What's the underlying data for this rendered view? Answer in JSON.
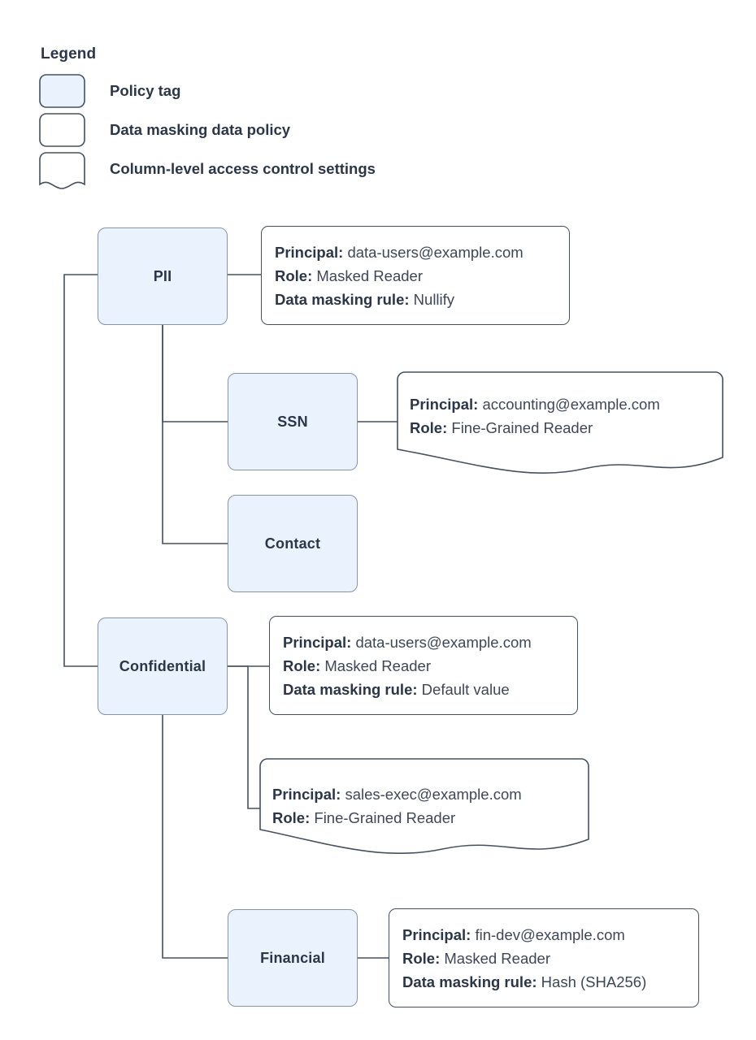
{
  "legend": {
    "title": "Legend",
    "items": [
      {
        "swatch": "policy-tag-swatch",
        "label": "Policy tag"
      },
      {
        "swatch": "data-policy-swatch",
        "label": "Data masking data policy"
      },
      {
        "swatch": "access-control-swatch",
        "label": "Column-level access control settings"
      }
    ]
  },
  "colors": {
    "tag_fill": "#eaf2fd",
    "tag_border": "#8794a8",
    "callout_border": "#46505f",
    "text": "#2b3648",
    "connector": "#46505f"
  },
  "nodes": [
    {
      "id": "pii",
      "label": "PII"
    },
    {
      "id": "ssn",
      "label": "SSN"
    },
    {
      "id": "contact",
      "label": "Contact"
    },
    {
      "id": "confidential",
      "label": "Confidential"
    },
    {
      "id": "financial",
      "label": "Financial"
    }
  ],
  "callouts": {
    "pii": {
      "shape": "rect",
      "lines": [
        {
          "key": "Principal:",
          "value": "data-users@example.com"
        },
        {
          "key": "Role:",
          "value": "Masked Reader"
        },
        {
          "key": "Data masking rule:",
          "value": "Nullify"
        }
      ]
    },
    "ssn": {
      "shape": "document",
      "lines": [
        {
          "key": "Principal:",
          "value": "accounting@example.com"
        },
        {
          "key": "Role:",
          "value": "Fine-Grained Reader"
        }
      ]
    },
    "confidential": {
      "shape": "rect",
      "lines": [
        {
          "key": "Principal:",
          "value": "data-users@example.com"
        },
        {
          "key": "Role:",
          "value": "Masked Reader"
        },
        {
          "key": "Data masking rule:",
          "value": "Default value"
        }
      ]
    },
    "confidential_fine_grained": {
      "shape": "document",
      "lines": [
        {
          "key": "Principal:",
          "value": "sales-exec@example.com"
        },
        {
          "key": "Role:",
          "value": "Fine-Grained Reader"
        }
      ]
    },
    "financial": {
      "shape": "rect",
      "lines": [
        {
          "key": "Principal:",
          "value": "fin-dev@example.com"
        },
        {
          "key": "Role:",
          "value": "Masked Reader"
        },
        {
          "key": "Data masking rule:",
          "value": "Hash (SHA256)"
        }
      ]
    }
  }
}
